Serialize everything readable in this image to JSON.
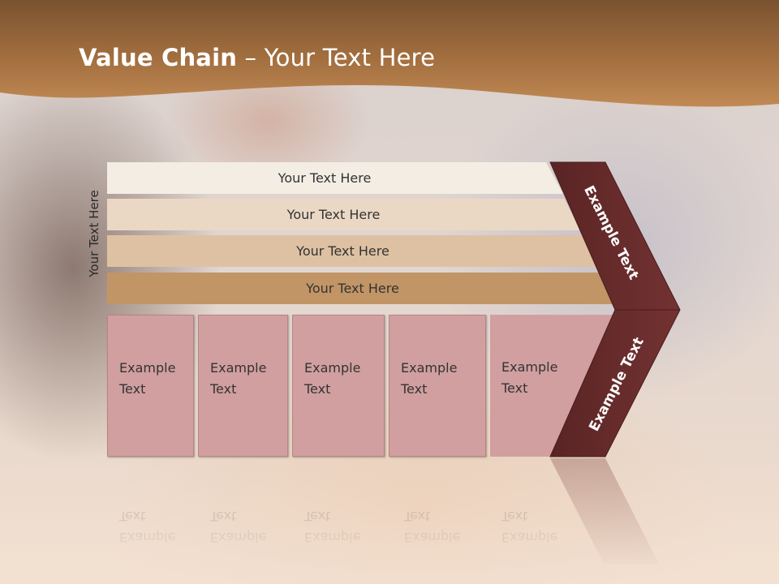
{
  "slide": {
    "title_bold": "Value Chain",
    "title_rest": " – Your Text Here",
    "side_label": "Your Text Here"
  },
  "bars": [
    {
      "label": "Your Text Here"
    },
    {
      "label": "Your Text Here"
    },
    {
      "label": "Your Text Here"
    },
    {
      "label": "Your Text Here"
    }
  ],
  "boxes": [
    {
      "line1": "Example",
      "line2": "Text"
    },
    {
      "line1": "Example",
      "line2": "Text"
    },
    {
      "line1": "Example",
      "line2": "Text"
    },
    {
      "line1": "Example",
      "line2": "Text"
    },
    {
      "line1": "Example",
      "line2": "Text"
    }
  ],
  "chevron": {
    "upper_label": "Example Text",
    "lower_label": "Example Text"
  },
  "colors": {
    "header": "#a06c3b",
    "chevron": "#6b2d2d",
    "box": "#d19fa0"
  }
}
